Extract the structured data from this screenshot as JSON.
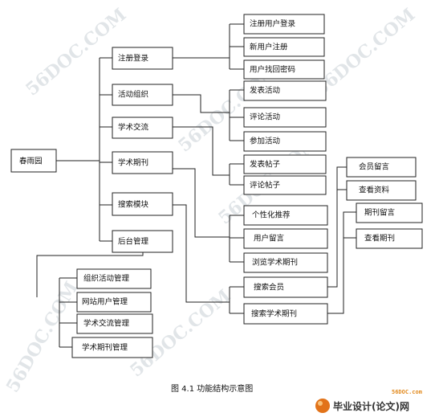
{
  "nodes": {
    "root": "春雨园",
    "login": "注册登录",
    "activity": "活动组织",
    "academic": "学术交流",
    "journal": "学术期刊",
    "search": "搜索模块",
    "backend": "后台管理",
    "reg_login": "注册用户登录",
    "new_user": "新用户注册",
    "find_pwd": "用户找回密码",
    "publish_activity": "发表活动",
    "comment_activity": "评论活动",
    "join_activity": "参加活动",
    "publish_post": "发表帖子",
    "comment_post": "评论帖子",
    "recommend": "个性化推荐",
    "user_msg": "用户留言",
    "browse_journal": "浏览学术期刊",
    "search_member": "搜索会员",
    "search_journal": "搜索学术期刊",
    "member_msg": "会员留言",
    "view_profile": "查看资料",
    "journal_msg": "期刊留言",
    "view_journal": "查看期刊",
    "org_mgmt": "组织活动管理",
    "site_user_mgmt": "网站用户管理",
    "academic_mgmt": "学术交流管理",
    "journal_mgmt": "学术期刊管理"
  },
  "caption": "图 4.1 功能结构示意图",
  "watermarks": [
    "56DOC.COM",
    "56DOC.COM",
    "56DOC.COM",
    "56DOC.COM",
    "56DOC.COM",
    "56DOC.COM"
  ],
  "brand": {
    "url": "56DOC.com",
    "name": "毕业设计(论文)网"
  }
}
